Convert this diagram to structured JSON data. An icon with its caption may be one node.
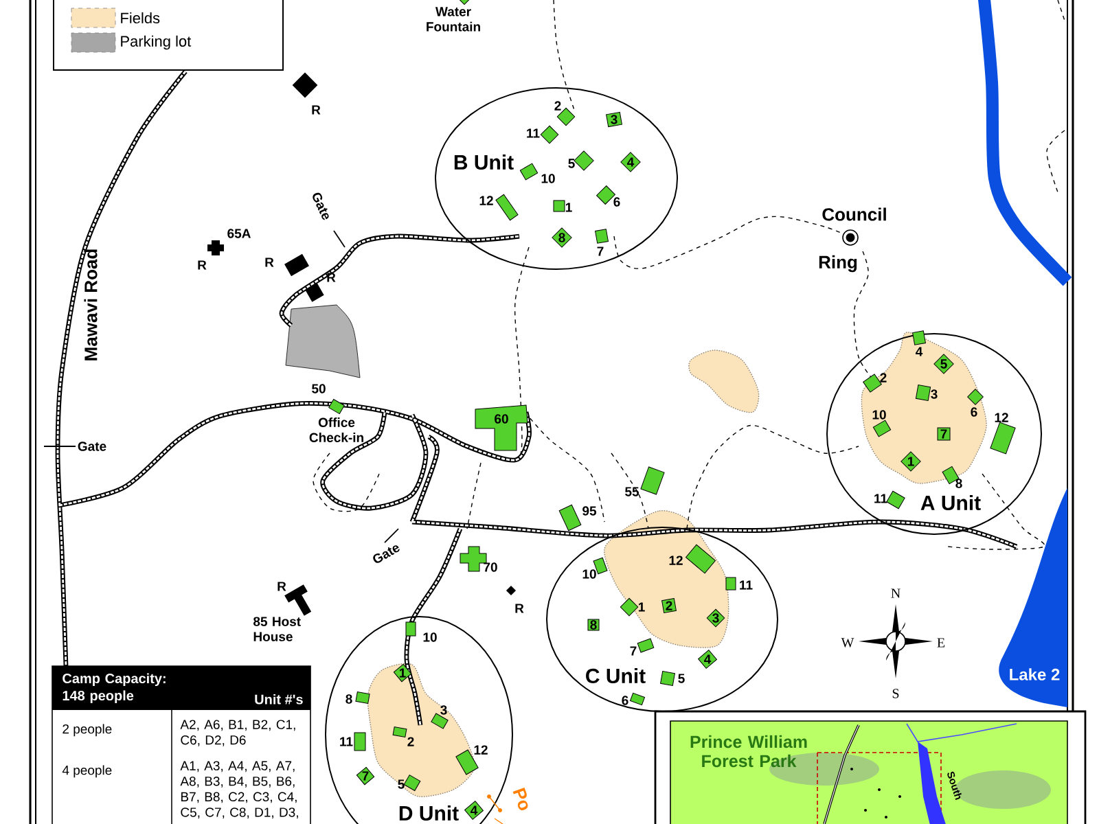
{
  "diagram": {
    "nodes": [
      {
        "text": [
          "B Unit"
        ]
      },
      {
        "text": [
          "A Unit"
        ]
      },
      {
        "text": [
          "C Unit"
        ]
      },
      {
        "text": [
          "D Unit"
        ]
      }
    ],
    "labels": [
      "Water Fountain",
      "R",
      "2",
      "3",
      "11",
      "5",
      "4",
      "10",
      "12",
      "1",
      "6",
      "8",
      "7",
      "Council",
      "Ring",
      "65A",
      "R",
      "Gate",
      "R",
      "R",
      "Mawavi Road",
      "4",
      "5",
      "2",
      "3",
      "10",
      "6",
      "12",
      "7",
      "1",
      "8",
      "11",
      "50",
      "Office Check-in",
      "60",
      "Gate",
      "55",
      "95",
      "Gate",
      "70",
      "R",
      "R",
      "85 Host House",
      "12",
      "11",
      "10",
      "1",
      "2",
      "3",
      "8",
      "7",
      "4",
      "5",
      "6",
      "N",
      "W",
      "E",
      "S",
      "Lake 2",
      "10",
      "1",
      "8",
      "3",
      "11",
      "2",
      "12",
      "7",
      "5",
      "4",
      "Camp Capacity: 148 people",
      "Unit #'s",
      "2 people",
      "A2, A6, B1, B2, C1, C6, D2, D6",
      "4 people",
      "A1, A3, A4, A5, A7, A8, B3, B4, B5, B6, B7, B8, C2, C3, C4, C5, C7, C8, D1, D3,",
      "Prince William Forest Park",
      "South",
      "Po"
    ],
    "legend": [
      {
        "text": "Fields",
        "color": "#fbe3bb"
      },
      {
        "text": "Parking lot",
        "color": "#a6a6a6"
      }
    ]
  }
}
